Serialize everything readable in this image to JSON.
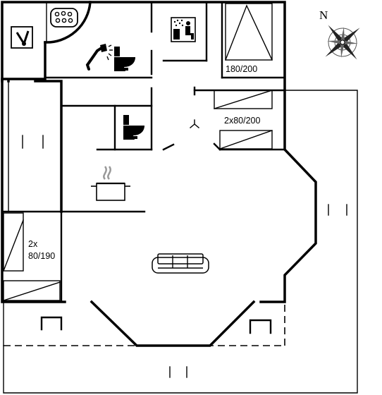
{
  "plan": {
    "rooms": {
      "bedroom_top": {
        "bed_size": "180/200"
      },
      "bedroom_right": {
        "bed_size": "2x80/200"
      },
      "bedroom_left": {
        "bed_line1": "2x",
        "bed_line2": "80/190"
      }
    },
    "compass": {
      "north_label": "N"
    },
    "icons": {
      "utility": "washing-machine-icon",
      "whirlpool": "whirlpool-bath-icon",
      "sauna": "sauna-icon",
      "shower": "shower-icon",
      "toilet": "toilet-icon",
      "kitchen": "cooking-pot-icon",
      "living": "sofa-icon"
    }
  }
}
